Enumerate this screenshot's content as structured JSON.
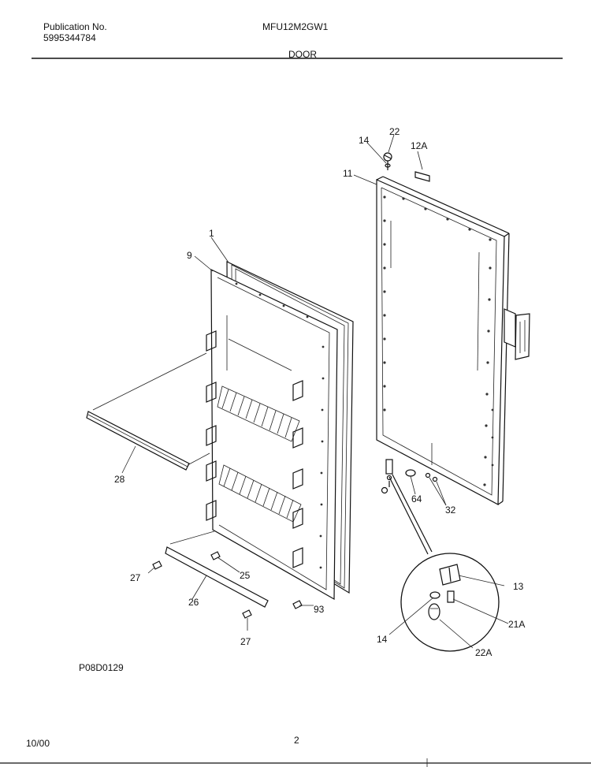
{
  "header": {
    "publication_label": "Publication No.",
    "publication_number": "5995344784",
    "model": "MFU12M2GW1",
    "section": "DOOR"
  },
  "diagram": {
    "code": "P08D0129",
    "callouts": {
      "c1": "1",
      "c9": "9",
      "c11": "11",
      "c12a": "12A",
      "c13": "13",
      "c14_top": "14",
      "c14_detail": "14",
      "c21a": "21A",
      "c22_top": "22",
      "c22a": "22A",
      "c25": "25",
      "c26": "26",
      "c27_left": "27",
      "c27_bottom": "27",
      "c28": "28",
      "c32": "32",
      "c64": "64",
      "c93": "93"
    }
  },
  "footer": {
    "date": "10/00",
    "page": "2"
  }
}
